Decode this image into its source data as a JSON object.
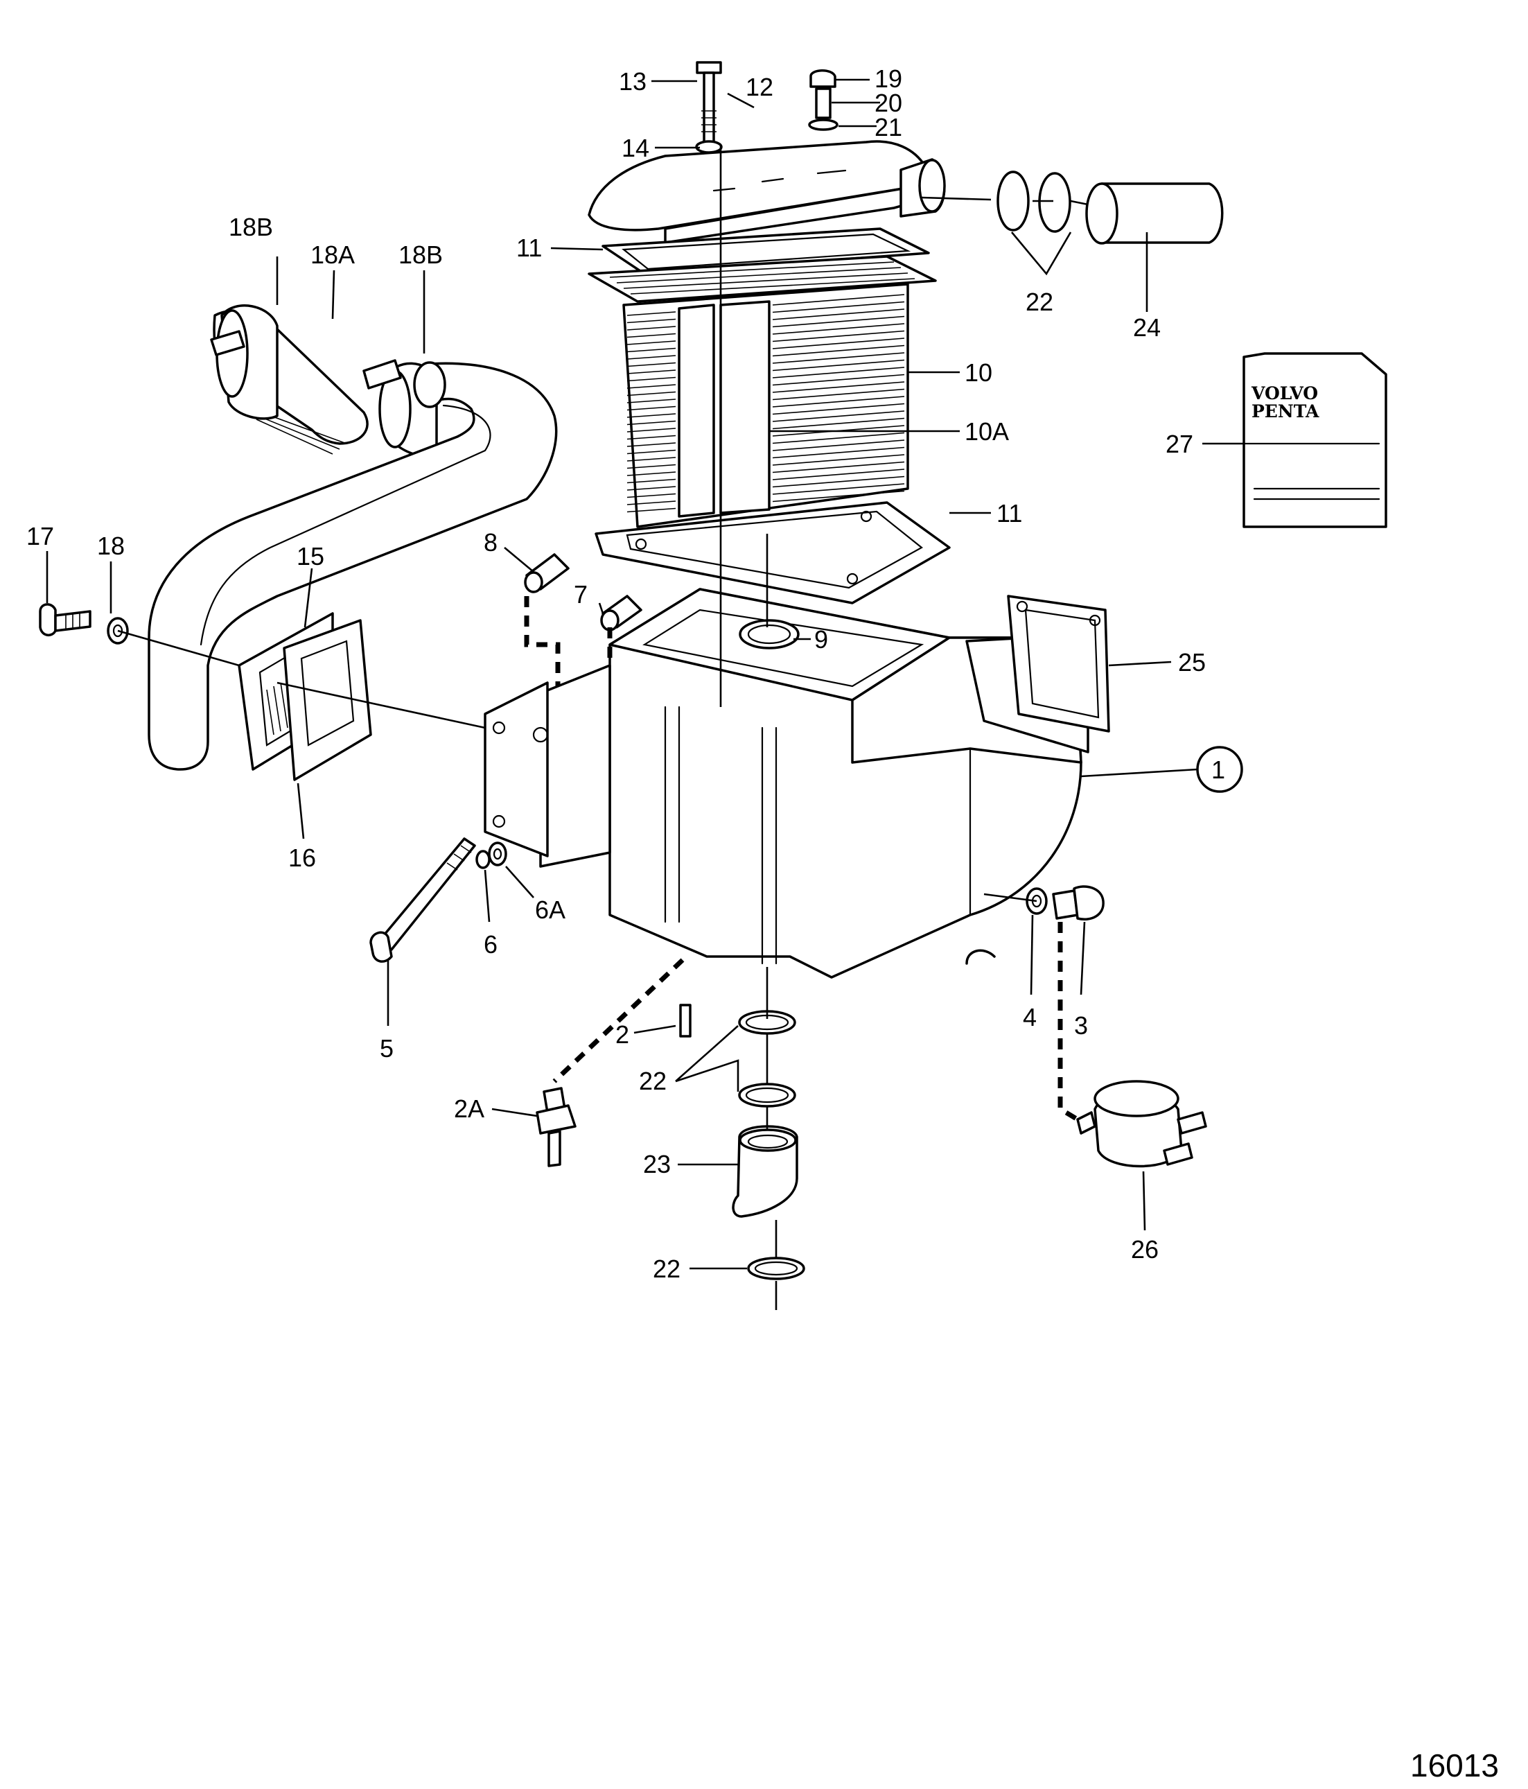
{
  "figure_number": "16013",
  "brand_booklet": {
    "line1": "VOLVO",
    "line2": "PENTA"
  },
  "labels": {
    "p1": "1",
    "p2": "2",
    "p2a": "2A",
    "p3": "3",
    "p4": "4",
    "p5": "5",
    "p6": "6",
    "p6a": "6A",
    "p7": "7",
    "p8": "8",
    "p9": "9",
    "p10": "10",
    "p10a": "10A",
    "p11_top": "11",
    "p11_bottom": "11",
    "p12": "12",
    "p13": "13",
    "p14": "14",
    "p15": "15",
    "p16": "16",
    "p17": "17",
    "p18": "18",
    "p18a": "18A",
    "p18b_left": "18B",
    "p18b_right": "18B",
    "p19": "19",
    "p20": "20",
    "p21": "21",
    "p22_top": "22",
    "p22_mid": "22",
    "p22_bottom": "22",
    "p23": "23",
    "p24": "24",
    "p25": "25",
    "p26": "26",
    "p27": "27"
  }
}
